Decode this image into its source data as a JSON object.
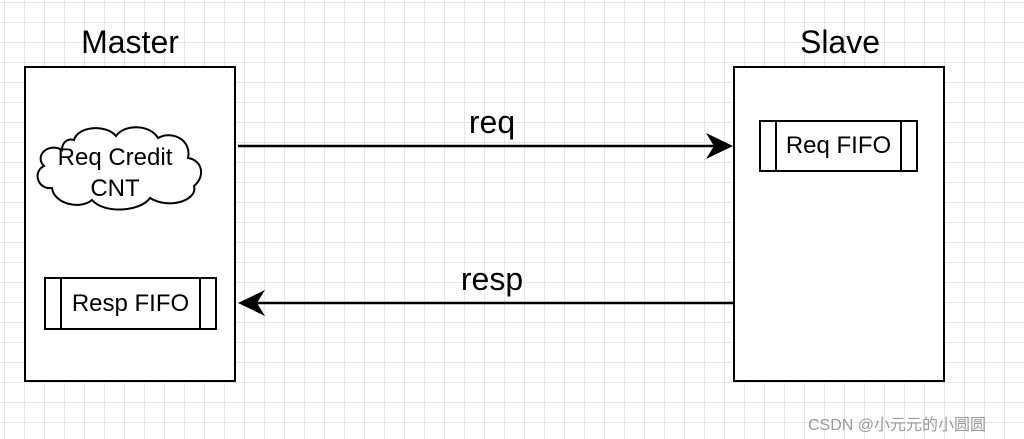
{
  "master": {
    "title": "Master",
    "cloud_line1": "Req Credit",
    "cloud_line2": "CNT",
    "fifo_label": "Resp FIFO"
  },
  "slave": {
    "title": "Slave",
    "fifo_label": "Req FIFO"
  },
  "arrows": {
    "req_label": "req",
    "resp_label": "resp"
  },
  "colors": {
    "stroke": "#000000",
    "grid": "#e6e6e6",
    "watermark": "#9a9a9a"
  },
  "watermark": "CSDN @小元元的小圆圆"
}
